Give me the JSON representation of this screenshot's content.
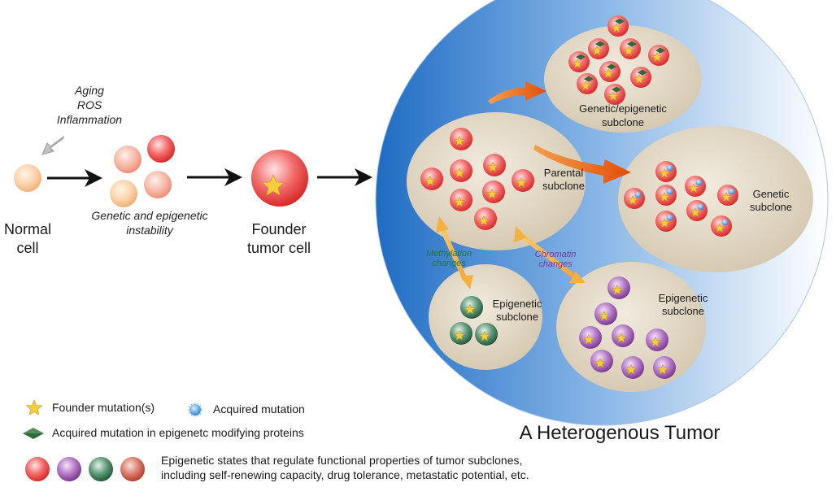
{
  "left_panel": {
    "causes": [
      "Aging",
      "ROS",
      "Inflammation"
    ],
    "normal_cell_label": [
      "Normal",
      "cell"
    ],
    "instability_label": [
      "Genetic and epigenetic",
      "instability"
    ],
    "founder_label": [
      "Founder",
      "tumor cell"
    ]
  },
  "tumor": {
    "title": "A Heterogenous Tumor",
    "parental_label": [
      "Parental",
      "subclone"
    ],
    "genetic_epigenetic_label": [
      "Genetic/epigenetic",
      "subclone"
    ],
    "genetic_label": [
      "Genetic",
      "subclone"
    ],
    "epigenetic_green_label": [
      "Epigenetic",
      "subclone"
    ],
    "epigenetic_purple_label": [
      "Epigenetic",
      "subclone"
    ],
    "methylation_label": [
      "Methylation",
      "changes"
    ],
    "chromatin_label": [
      "Chromatin",
      "changes"
    ]
  },
  "legend": {
    "founder_mutation": "Founder mutation(s)",
    "acquired_mutation": "Acquired mutation",
    "acquired_epigenetic": "Acquired mutation in epigenetc modifying proteins",
    "states_line1": "Epigenetic states that regulate functional properties of tumor subclones,",
    "states_line2": "including self-renewing capacity, drug tolerance, metastatic potential, etc."
  },
  "colors": {
    "red_cell": "#e63b3b",
    "purple_cell": "#8a4a9e",
    "green_cell": "#2f6b4c",
    "brown_red_cell": "#c4473a",
    "tumor_blue": "#2f7ccc",
    "subclone_fill": "#d9cdb5",
    "orange_arrow": "#e8590c",
    "methylation_text": "#1f7a3a",
    "chromatin_text": "#7a3a9a",
    "star": "#f5cf3a"
  }
}
